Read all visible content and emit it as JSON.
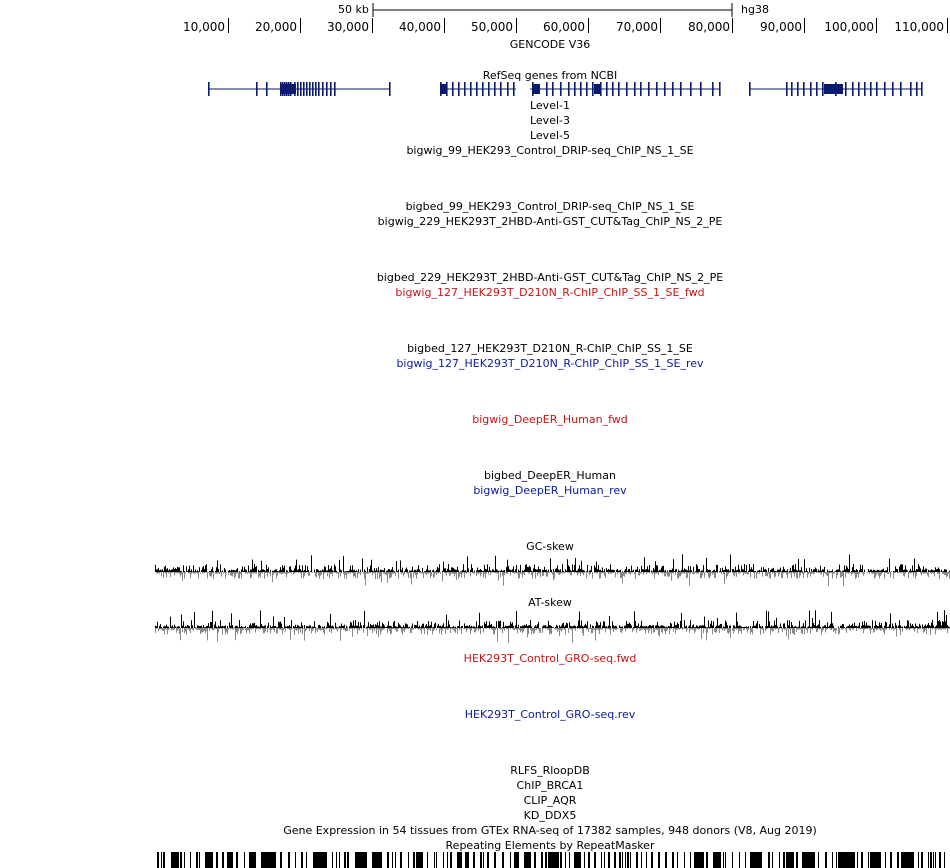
{
  "scale": {
    "bar_label": "50 kb",
    "assembly": "hg38"
  },
  "ruler": {
    "ticks": [
      "10,000",
      "20,000",
      "30,000",
      "40,000",
      "50,000",
      "60,000",
      "70,000",
      "80,000",
      "90,000",
      "100,000",
      "110,000"
    ]
  },
  "tracks": {
    "gencode": "GENCODE V36",
    "refseq": "RefSeq genes from NCBI",
    "level1": "Level-1",
    "level3": "Level-3",
    "level5": "Level-5",
    "t1": "bigwig_99_HEK293_Control_DRIP-seq_ChIP_NS_1_SE",
    "t2": "bigbed_99_HEK293_Control_DRIP-seq_ChIP_NS_1_SE",
    "t3": "bigwig_229_HEK293T_2HBD-Anti-GST_CUT&Tag_ChIP_NS_2_PE",
    "t4": "bigbed_229_HEK293T_2HBD-Anti-GST_CUT&Tag_ChIP_NS_2_PE",
    "t5": "bigwig_127_HEK293T_D210N_R-ChIP_ChIP_SS_1_SE_fwd",
    "t6": "bigbed_127_HEK293T_D210N_R-ChIP_ChIP_SS_1_SE",
    "t7": "bigwig_127_HEK293T_D210N_R-ChIP_ChIP_SS_1_SE_rev",
    "t8": "bigwig_DeepER_Human_fwd",
    "t9": "bigbed_DeepER_Human",
    "t10": "bigwig_DeepER_Human_rev",
    "gc": "GC-skew",
    "at": "AT-skew",
    "gro_fwd": "HEK293T_Control_GRO-seq.fwd",
    "gro_rev": "HEK293T_Control_GRO-seq.rev",
    "rlfs": "RLFS_RloopDB",
    "brca1": "ChIP_BRCA1",
    "aqr": "CLIP_AQR",
    "ddx5": "KD_DDX5",
    "gtex": "Gene Expression in 54 tissues from GTEx RNA-seq of 17382 samples, 948 donors (V8, Aug 2019)",
    "rmsk": "Repeating Elements by RepeatMasker"
  },
  "colors": {
    "gene": "#0a1a6e",
    "fwd": "#c81414",
    "rev": "#0a1aa0",
    "skew_pos": "#000000",
    "skew_neg": "#888888"
  }
}
